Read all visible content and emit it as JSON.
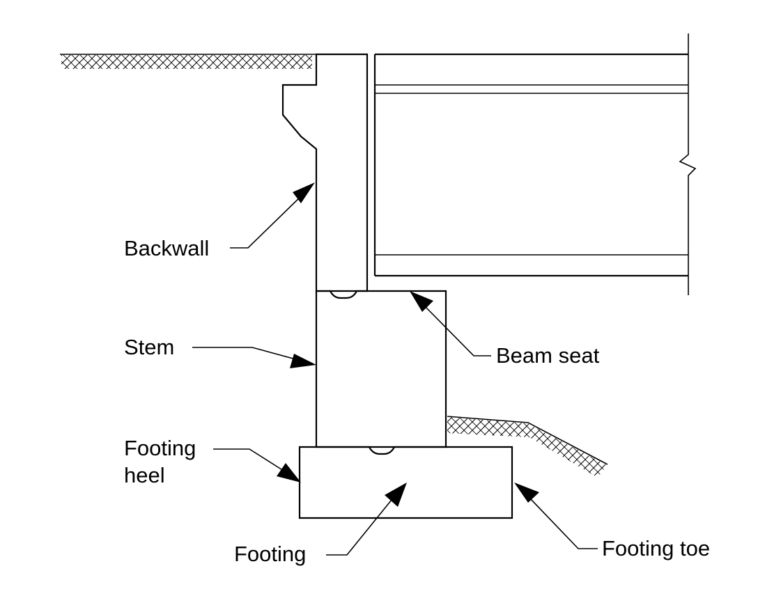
{
  "labels": {
    "backwall": "Backwall",
    "stem": "Stem",
    "footing_heel_line1": "Footing",
    "footing_heel_line2": "heel",
    "footing": "Footing",
    "beam_seat": "Beam seat",
    "footing_toe": "Footing toe"
  },
  "colors": {
    "line": "#000000",
    "background": "#ffffff"
  }
}
